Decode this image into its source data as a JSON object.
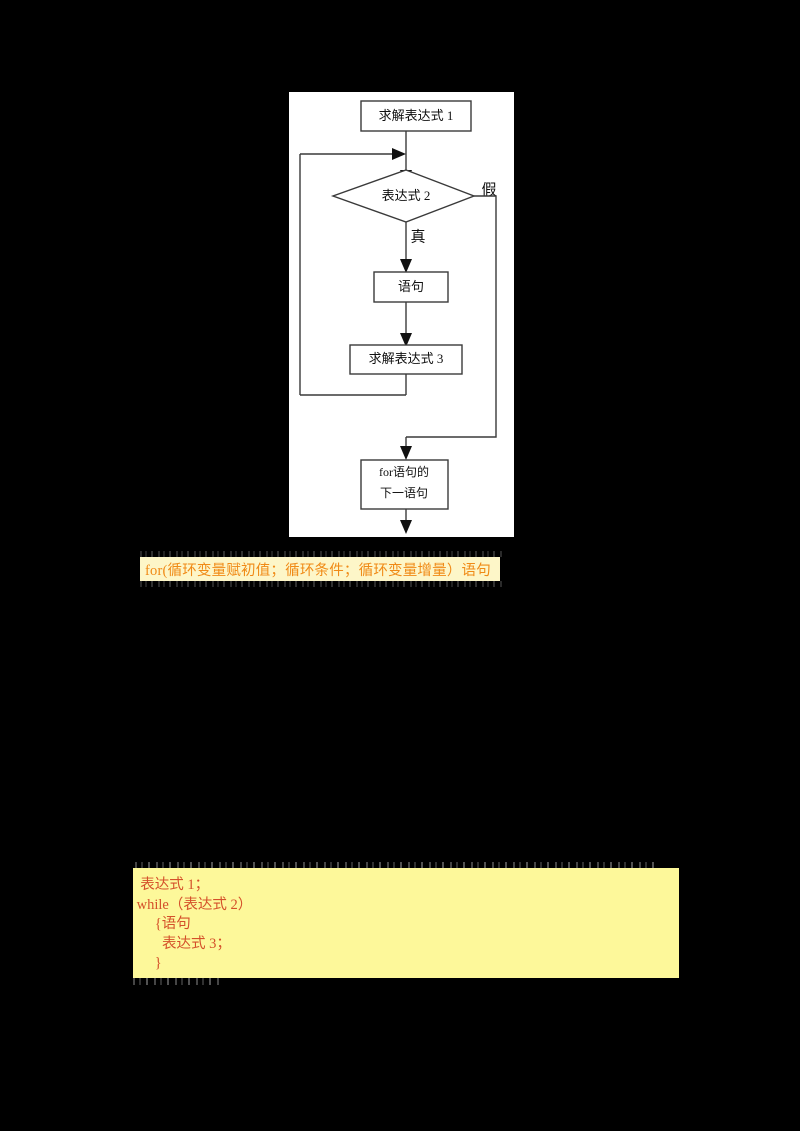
{
  "document": {
    "background_color": "#000000",
    "panel_color": "#ffffff"
  },
  "flowchart": {
    "title": "for statement execution flow",
    "nodes": [
      {
        "id": "expr1",
        "type": "process",
        "label": "求解表达式 1"
      },
      {
        "id": "expr2",
        "type": "decision",
        "label": "表达式 2"
      },
      {
        "id": "stmt",
        "type": "process",
        "label": "语句"
      },
      {
        "id": "expr3",
        "type": "process",
        "label": "求解表达式 3"
      },
      {
        "id": "next",
        "type": "process",
        "label_line1": "for语句的",
        "label_line2": "下一语句"
      }
    ],
    "edge_labels": {
      "false_branch": "假",
      "true_branch": "真"
    }
  },
  "syntax_line": {
    "text": "for(循环变量赋初值；循环条件；循环变量增量）语句",
    "text_color": "#f08a16",
    "highlight_color": "#fdf6c8"
  },
  "code_block": {
    "highlight_color": "#fdf89a",
    "text_color": "#d4502a",
    "lines": [
      "  表达式 1；",
      " while（表达式 2）",
      "      {语句",
      "        表达式 3；",
      "      }"
    ]
  }
}
